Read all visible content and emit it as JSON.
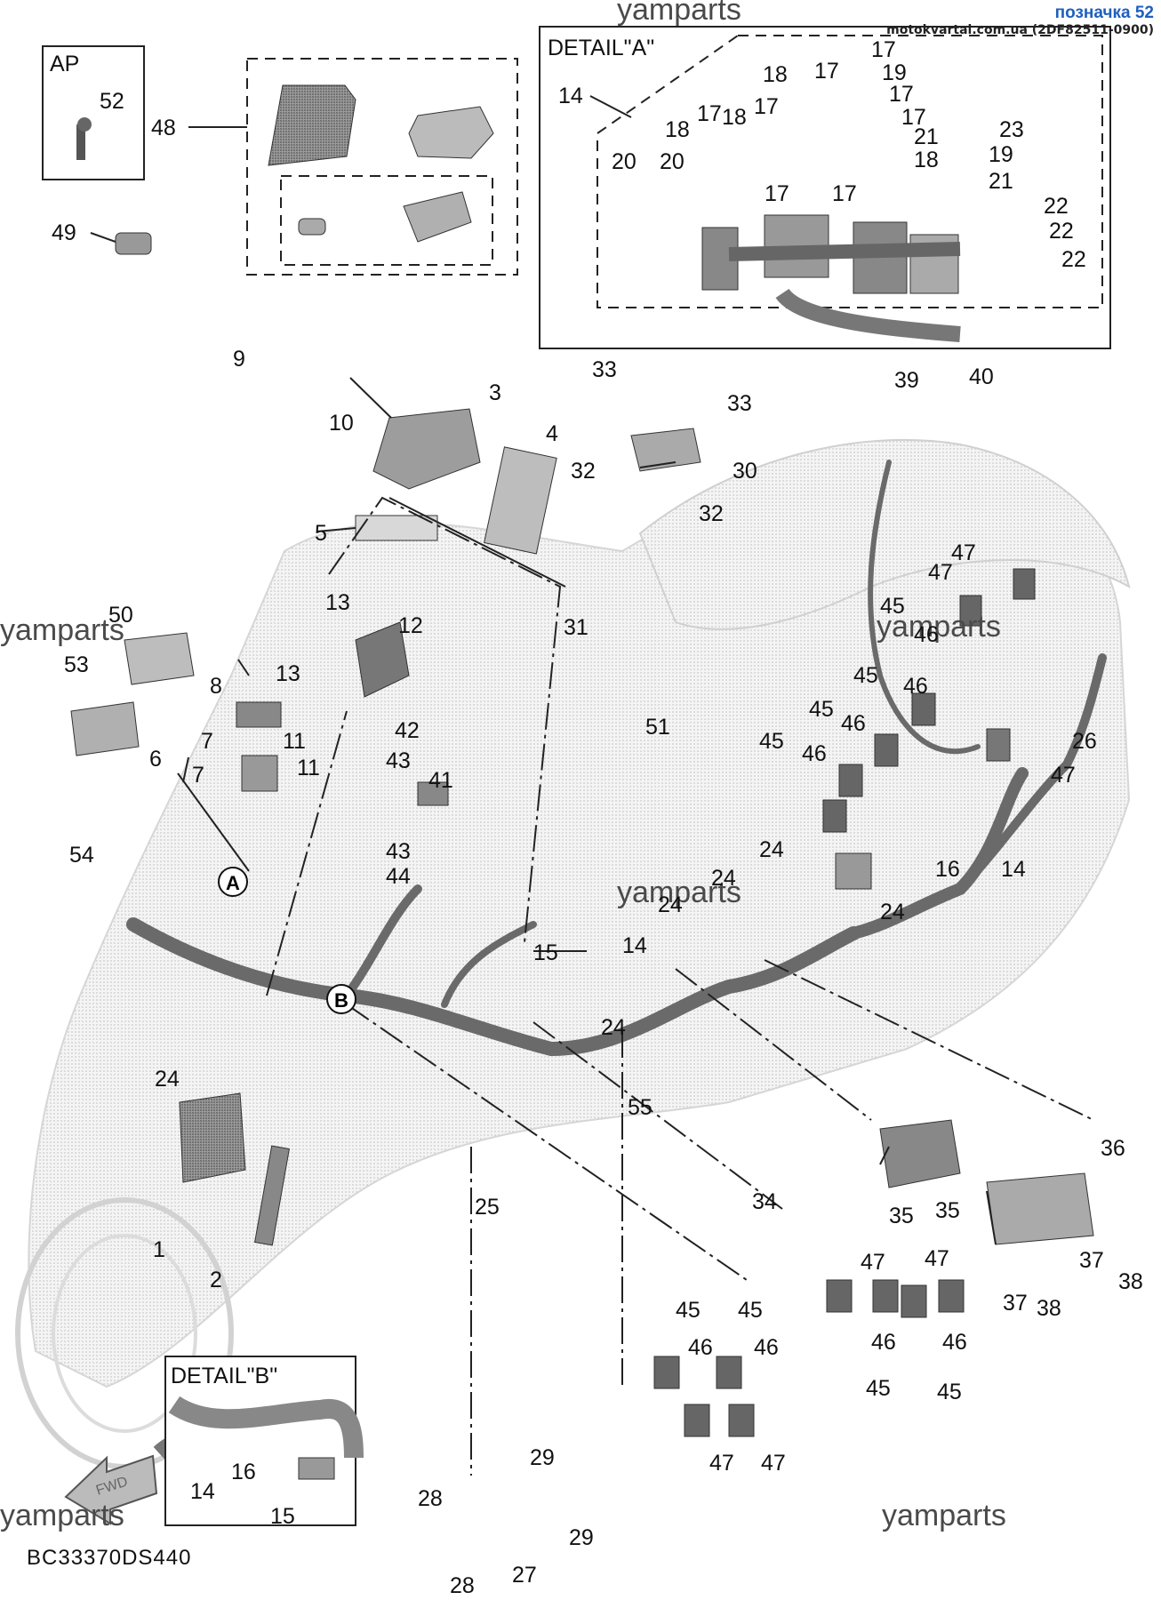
{
  "header": {
    "brand_link": "позначка 52",
    "shop": "motokvartal.com.ua (2DF82511-0900)"
  },
  "watermarks": [
    "yamparts",
    "yamparts",
    "yamparts",
    "yamparts",
    "yamparts"
  ],
  "boxes": {
    "ap": "AP",
    "detail_a": "DETAIL\"A\"",
    "detail_b": "DETAIL\"B\""
  },
  "markers": {
    "a": "A",
    "b": "B"
  },
  "fwd": "FWD",
  "diagram_code": "BC33370DS440",
  "callouts": {
    "c52": "52",
    "c48": "48",
    "c49": "49",
    "a14": "14",
    "a17a": "17",
    "a17b": "17",
    "a17c": "17",
    "a17d": "17",
    "a17e": "17",
    "a17f": "17",
    "a17g": "17",
    "a18a": "18",
    "a18b": "18",
    "a18c": "18",
    "a18d": "18",
    "a19a": "19",
    "a19b": "19",
    "a20a": "20",
    "a20b": "20",
    "a21a": "21",
    "a21b": "21",
    "a22a": "22",
    "a22b": "22",
    "a22c": "22",
    "a23": "23",
    "c9": "9",
    "c10": "10",
    "c3": "3",
    "c4": "4",
    "c5": "5",
    "c33a": "33",
    "c33b": "33",
    "c30": "30",
    "c32a": "32",
    "c32b": "32",
    "c31": "31",
    "c39": "39",
    "c40": "40",
    "c50": "50",
    "c53": "53",
    "c13a": "13",
    "c13b": "13",
    "c12": "12",
    "c8": "8",
    "c7a": "7",
    "c7b": "7",
    "c6": "6",
    "c11a": "11",
    "c11b": "11",
    "c42": "42",
    "c43a": "43",
    "c41": "41",
    "c43b": "43",
    "c44": "44",
    "c51": "51",
    "c47a": "47",
    "c47b": "47",
    "c45a": "45",
    "c46a": "46",
    "c45b": "45",
    "c46b": "46",
    "c45c": "45",
    "c46c": "46",
    "c45d": "45",
    "c46d": "46",
    "c26": "26",
    "c47c": "47",
    "c16": "16",
    "c14": "14",
    "c54": "54",
    "c24a": "24",
    "c24b": "24",
    "c24c": "24",
    "c24d": "24",
    "c24e": "24",
    "c24f": "24",
    "c15": "15",
    "c14b": "14",
    "c55": "55",
    "c36": "36",
    "c34": "34",
    "c35a": "35",
    "c35b": "35",
    "c37a": "37",
    "c37b": "37",
    "c38a": "38",
    "c38b": "38",
    "c1": "1",
    "c2": "2",
    "c25": "25",
    "c47d": "47",
    "c47e": "47",
    "c46e": "46",
    "c46f": "46",
    "c45e": "45",
    "c45f": "45",
    "c45g": "45",
    "c45h": "45",
    "c46g": "46",
    "c46h": "46",
    "c47f": "47",
    "c47g": "47",
    "b16": "16",
    "b14": "14",
    "b15": "15",
    "c29a": "29",
    "c29b": "29",
    "c28a": "28",
    "c28b": "28",
    "c27": "27"
  }
}
